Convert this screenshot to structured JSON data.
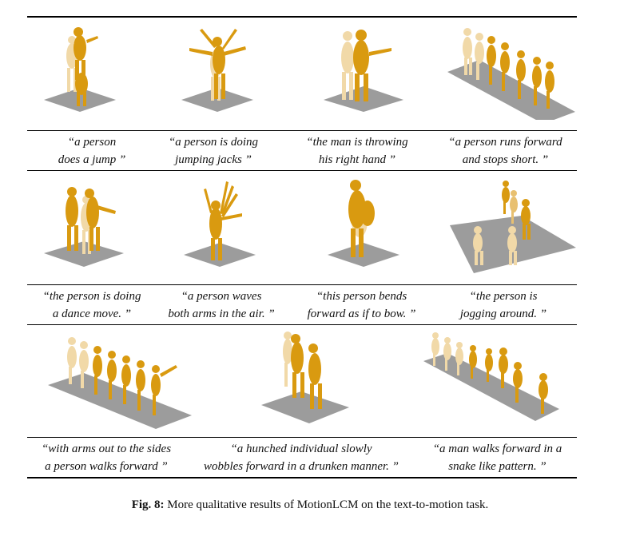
{
  "rows": [
    {
      "captions": [
        {
          "line1": "“a person",
          "line2": "does a jump ”"
        },
        {
          "line1": "“a person is doing",
          "line2": "jumping jacks ”"
        },
        {
          "line1": "“the man is throwing",
          "line2": "his right hand ”"
        },
        {
          "line1": "“a person runs forward",
          "line2": "and stops short. ”"
        }
      ]
    },
    {
      "captions": [
        {
          "line1": "“the person is doing",
          "line2": "a dance move. ”"
        },
        {
          "line1": "“a person waves",
          "line2": "both arms in the air. ”"
        },
        {
          "line1": "“this person bends",
          "line2": "forward as if to bow. ”"
        },
        {
          "line1": "“the person is",
          "line2": "jogging around. ”"
        }
      ]
    },
    {
      "captions": [
        {
          "line1": "“with arms out to the sides",
          "line2": "a person walks forward ”"
        },
        {
          "line1": "“a hunched individual slowly",
          "line2": "wobbles forward in a drunken manner. ”"
        },
        {
          "line1": "“a man walks forward in a",
          "line2": "snake like pattern. ”"
        }
      ]
    }
  ],
  "figure_caption": {
    "label": "Fig. 8:",
    "text": "More qualitative results of MotionLCM on the text-to-motion task."
  },
  "colors": {
    "figure_dark": "#d99a10",
    "figure_light": "#f1d9a8",
    "floor": "#9c9c9c"
  }
}
